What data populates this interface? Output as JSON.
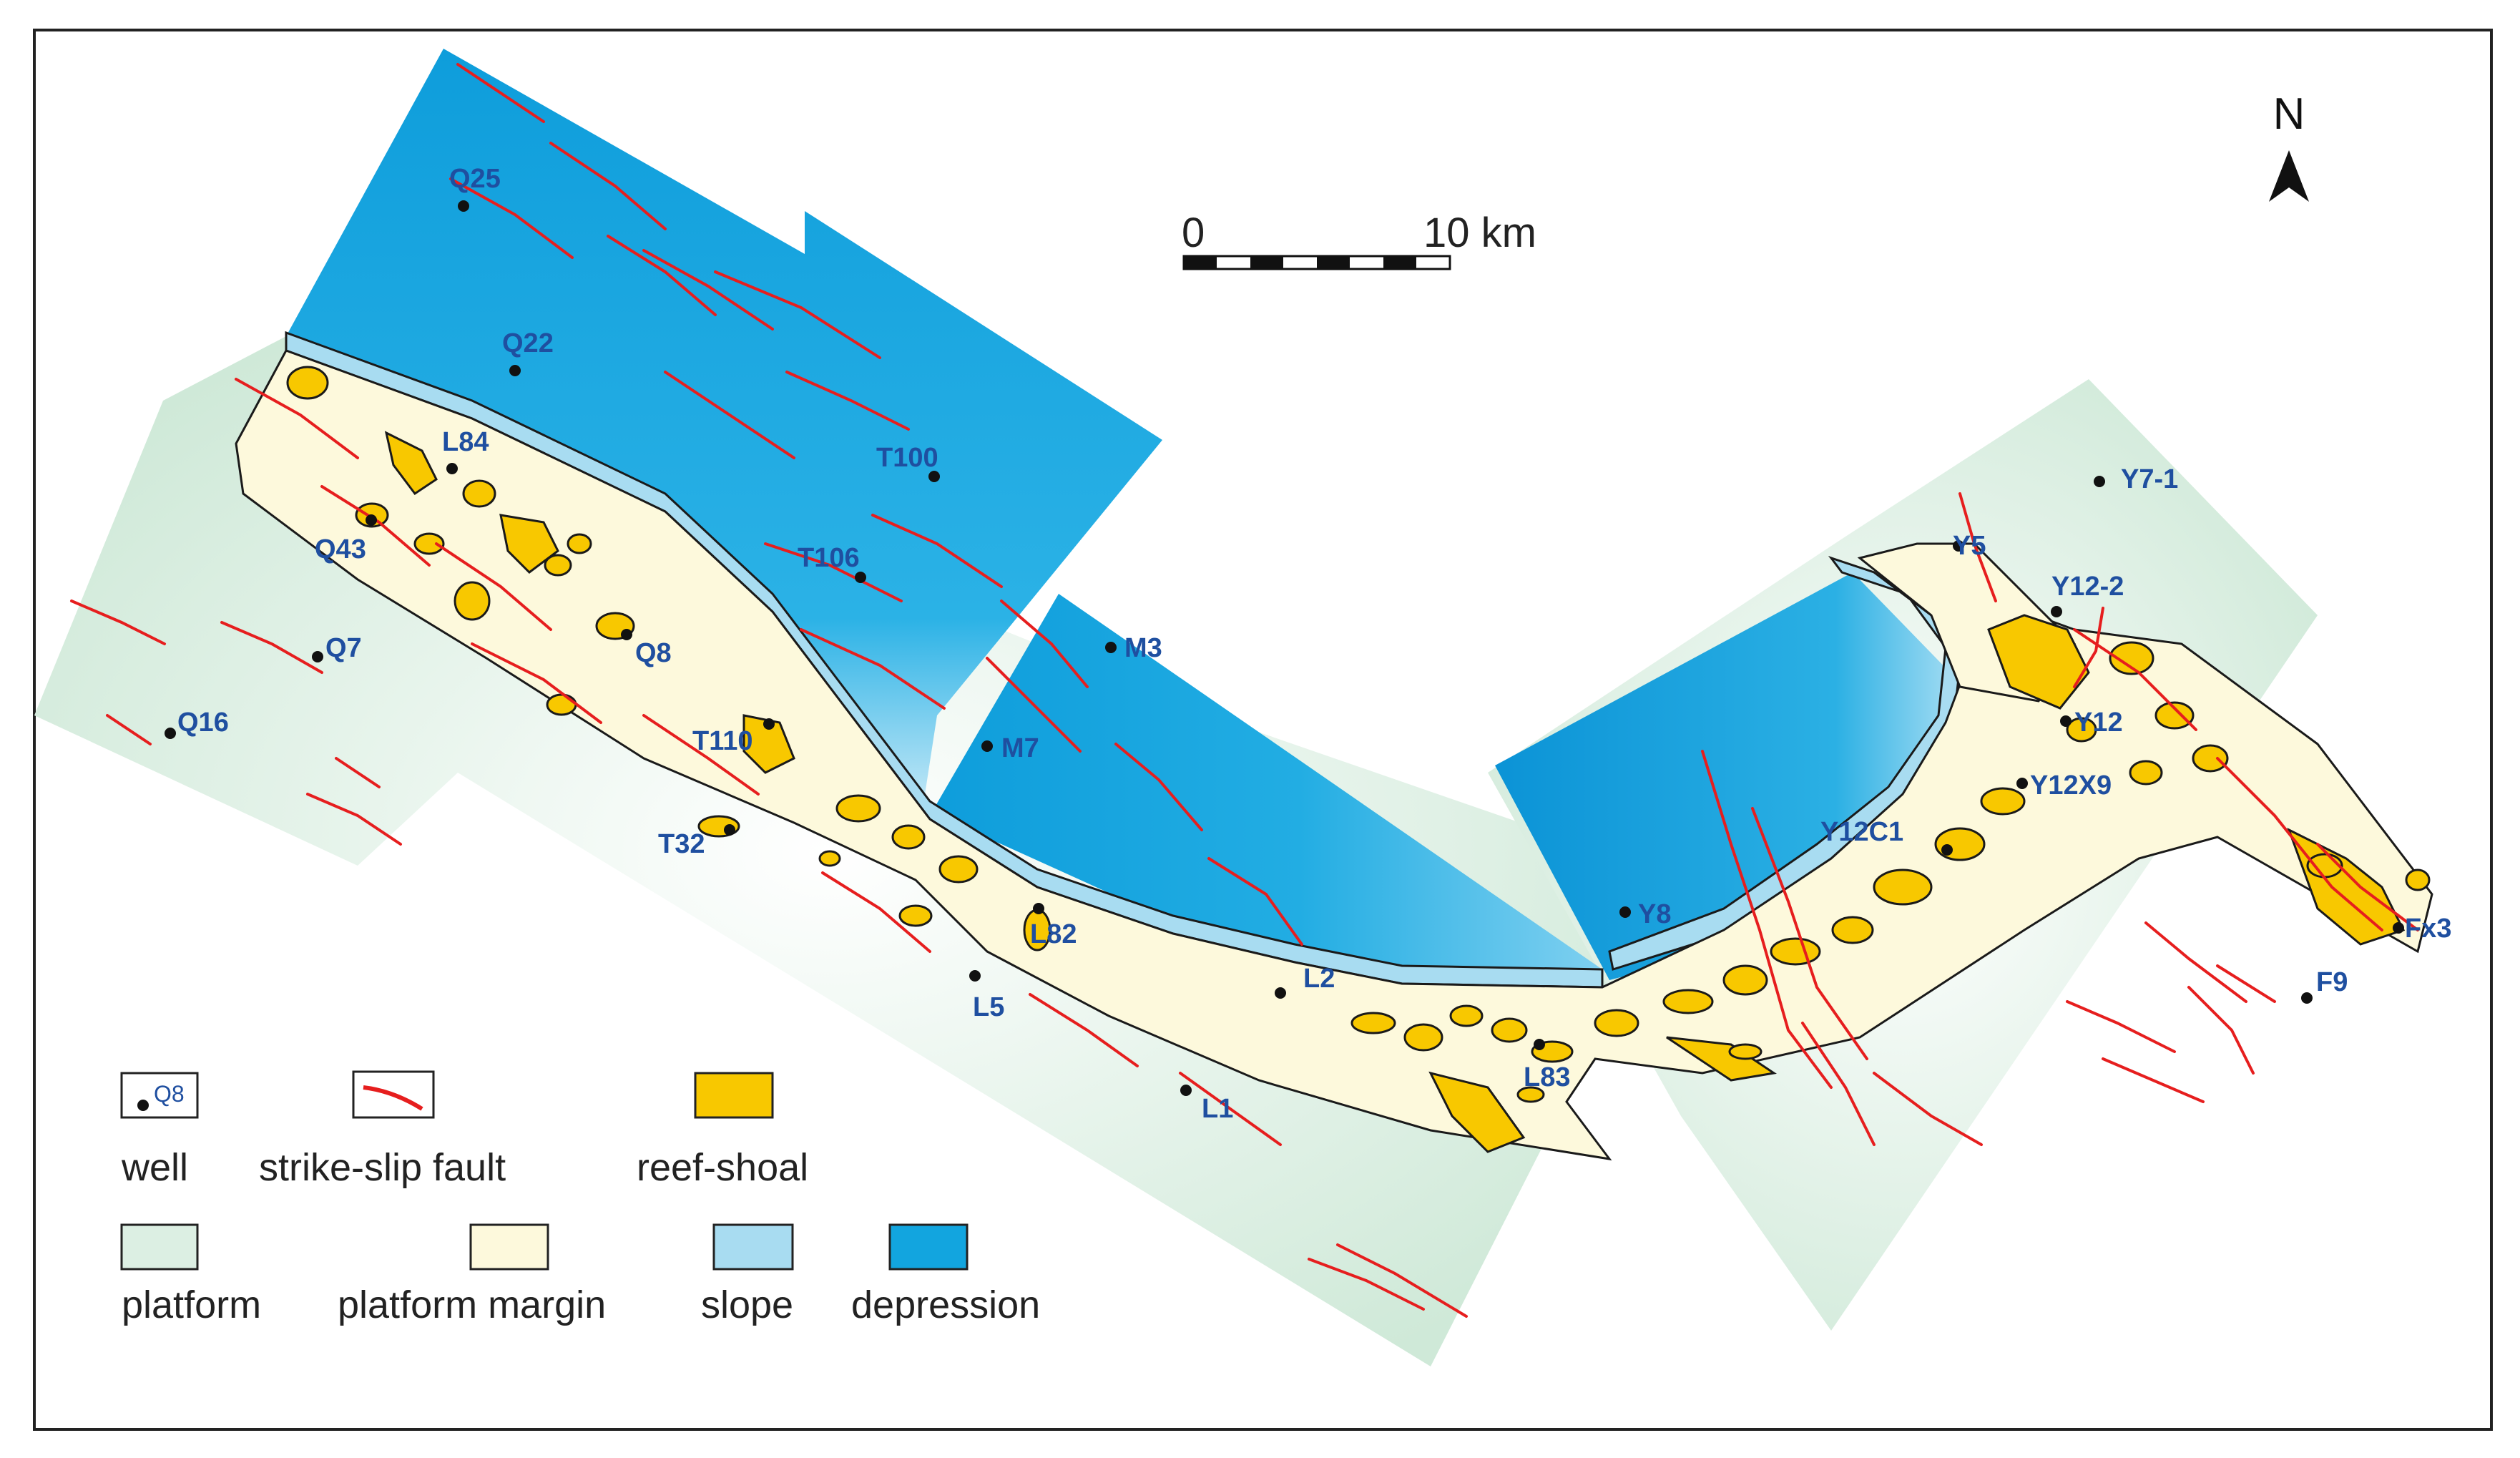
{
  "colors": {
    "platform": "#dcefe3",
    "platform_margin": "#fdf9dc",
    "slope": "#a8dcf1",
    "depression": "#12a5df",
    "reef_shoal": "#f8c800",
    "fault": "#e61e1e",
    "well_label": "#1f4fa0"
  },
  "north_arrow": {
    "label": "N"
  },
  "scale_bar": {
    "start_label": "0",
    "end_label": "10 km"
  },
  "wells": [
    {
      "name": "Q25"
    },
    {
      "name": "Q22"
    },
    {
      "name": "L84"
    },
    {
      "name": "Q43"
    },
    {
      "name": "Q7"
    },
    {
      "name": "Q16"
    },
    {
      "name": "Q8"
    },
    {
      "name": "T100"
    },
    {
      "name": "T106"
    },
    {
      "name": "T110"
    },
    {
      "name": "T32"
    },
    {
      "name": "M3"
    },
    {
      "name": "M7"
    },
    {
      "name": "L82"
    },
    {
      "name": "L5"
    },
    {
      "name": "L2"
    },
    {
      "name": "L1"
    },
    {
      "name": "L83"
    },
    {
      "name": "Y8"
    },
    {
      "name": "Y5"
    },
    {
      "name": "Y7-1"
    },
    {
      "name": "Y12-2"
    },
    {
      "name": "Y12"
    },
    {
      "name": "Y12X9"
    },
    {
      "name": "Y12C1"
    },
    {
      "name": "Fx3"
    },
    {
      "name": "F9"
    }
  ],
  "legend": {
    "well_sample": "Q8",
    "well": "well",
    "strike_slip_fault": "strike-slip fault",
    "reef_shoal": "reef-shoal",
    "platform": "platform",
    "platform_margin": "platform margin",
    "slope": "slope",
    "depression": "depression"
  }
}
